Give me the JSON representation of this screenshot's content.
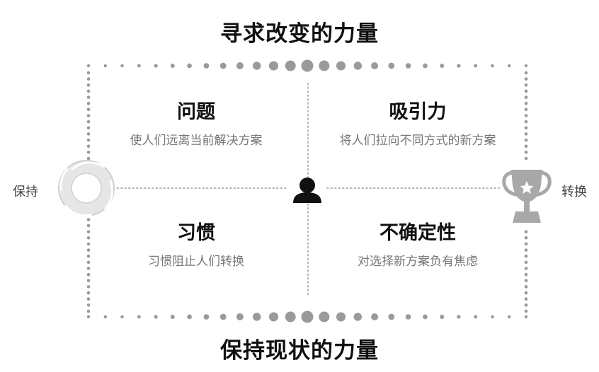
{
  "top_title": "寻求改变的力量",
  "bottom_title": "保持现状的力量",
  "left_label": "保持",
  "right_label": "转换",
  "quadrants": {
    "top_left": {
      "title": "问题",
      "subtitle": "使人们远离当前解决方案"
    },
    "top_right": {
      "title": "吸引力",
      "subtitle": "将人们拉向不同方式的新方案"
    },
    "bottom_left": {
      "title": "习惯",
      "subtitle": "习惯阻止人们转换"
    },
    "bottom_right": {
      "title": "不确定性",
      "subtitle": "对选择新方案负有焦虑"
    }
  },
  "icons": {
    "left": "cycle-arrows-icon",
    "center": "person-icon",
    "right": "trophy-icon"
  },
  "colors": {
    "dots": "#9a9a9a",
    "divider": "#b5b5b5",
    "icon_gray": "#a8a8a8",
    "person": "#111111"
  }
}
